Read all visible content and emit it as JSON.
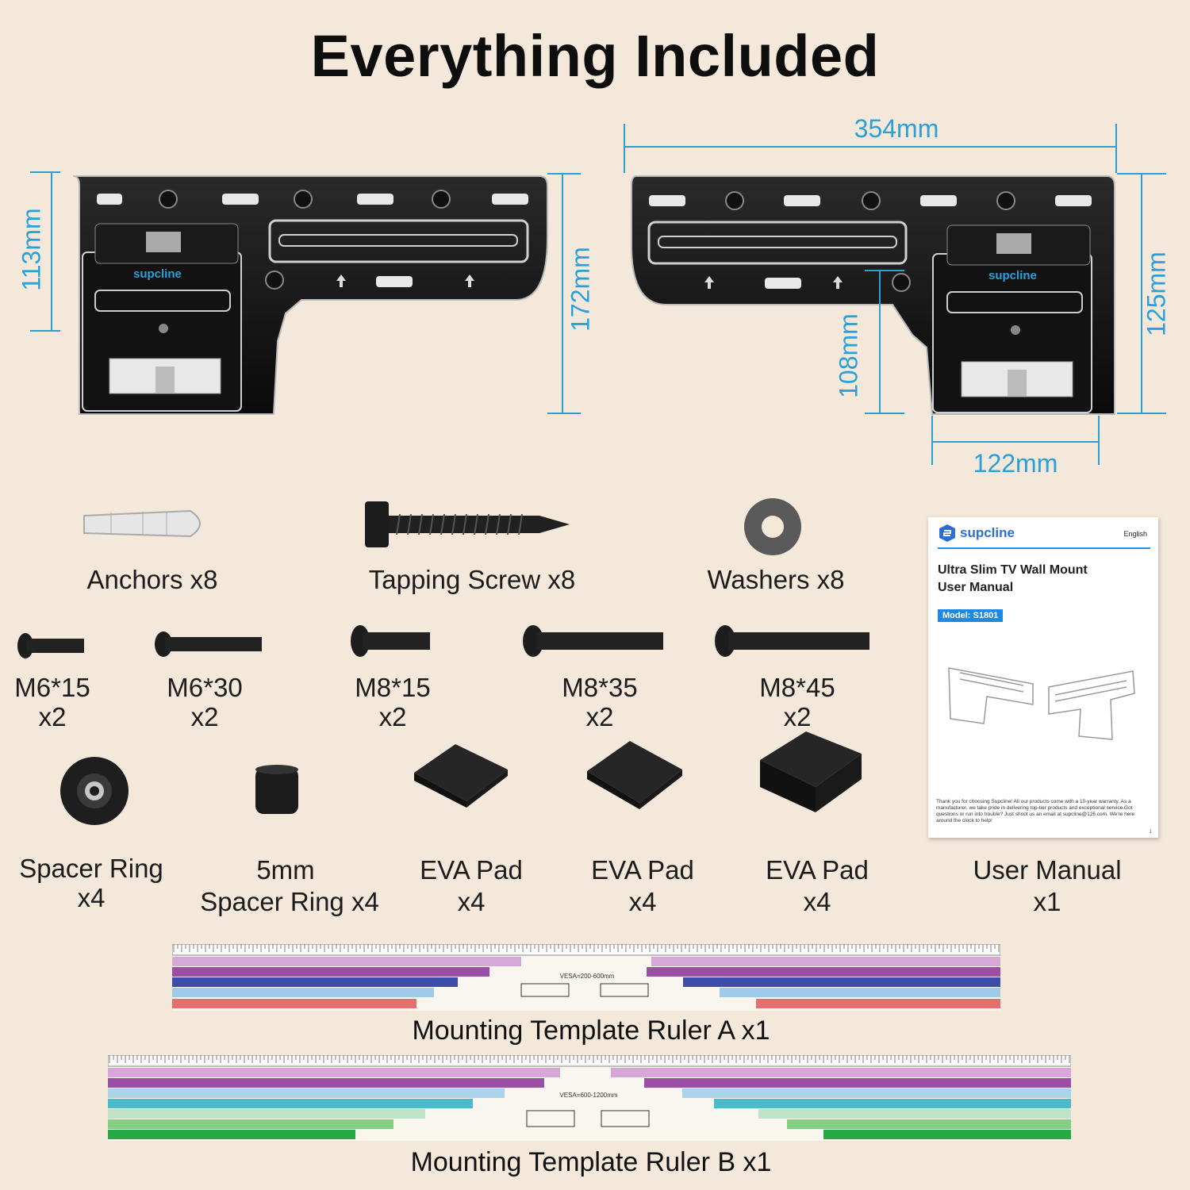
{
  "title": "Everything Included",
  "dimensions": {
    "width_total": "354mm",
    "left_height_upper": "113mm",
    "left_height_total": "172mm",
    "right_height_total": "125mm",
    "right_height_lower": "108mm",
    "right_width_lower": "122mm"
  },
  "bracket_brand": "supcline",
  "items": {
    "anchors": "Anchors x8",
    "tapping_screw": "Tapping Screw x8",
    "washers": "Washers x8",
    "m6_15": {
      "name": "M6*15",
      "qty": "x2"
    },
    "m6_30": {
      "name": "M6*30",
      "qty": "x2"
    },
    "m8_15": {
      "name": "M8*15",
      "qty": "x2"
    },
    "m8_35": {
      "name": "M8*35",
      "qty": "x2"
    },
    "m8_45": {
      "name": "M8*45",
      "qty": "x2"
    },
    "spacer_ring": {
      "name": "Spacer Ring",
      "qty": "x4"
    },
    "spacer_ring_5mm": {
      "name": "5mm",
      "qty": "Spacer Ring x4"
    },
    "eva_pad_1": {
      "name": "EVA Pad",
      "qty": "x4"
    },
    "eva_pad_2": {
      "name": "EVA Pad",
      "qty": "x4"
    },
    "eva_pad_3": {
      "name": "EVA Pad",
      "qty": "x4"
    },
    "user_manual": {
      "name": "User Manual",
      "qty": "x1"
    }
  },
  "manual": {
    "brand": "supcline",
    "language": "English",
    "title": "Ultra Slim TV Wall Mount\nUser Manual",
    "model": "Model: S1801",
    "footer": "Thank you for choosing Supcline! All our products come with a 10-year warranty. As a manufacturer, we take pride in delivering top-tier products and exceptional service.Got questions or run into trouble? Just shoot us an email at supcline@126.com. We're here around the clock to help!",
    "page": "1"
  },
  "rulers": {
    "a_label": "Mounting Template Ruler A x1",
    "a_range": "VESA=200-600mm",
    "b_label": "Mounting Template Ruler B x1",
    "b_range": "VESA=600-1200mm"
  },
  "colors": {
    "background": "#f3e8da",
    "dimension_blue": "#2aa0d8",
    "bracket_black": "#111111",
    "manual_blue": "#1e88e5"
  }
}
